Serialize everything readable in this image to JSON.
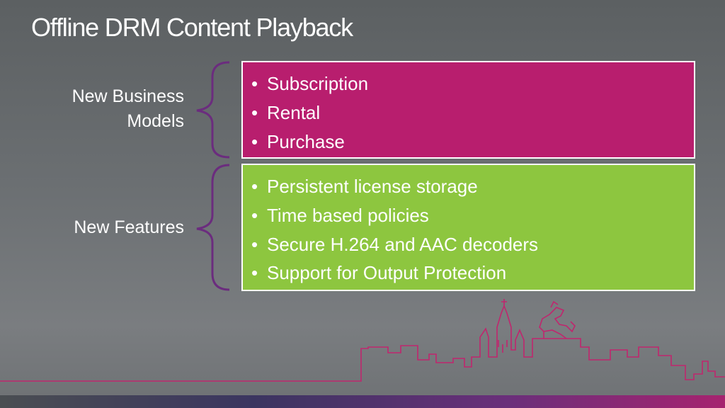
{
  "slide": {
    "title": "Offline DRM Content Playback"
  },
  "groups": [
    {
      "label": "New Business Models",
      "box_color": "#b81e6e",
      "items": [
        "Subscription",
        "Rental",
        "Purchase"
      ]
    },
    {
      "label": "New Features",
      "box_color": "#8dc63f",
      "items": [
        "Persistent license storage",
        "Time based policies",
        "Secure H.264 and AAC decoders",
        "Support for Output Protection"
      ]
    }
  ],
  "colors": {
    "brace": "#6b2c7e",
    "skyline": "#c0266e"
  },
  "bullet_glyph": "•"
}
